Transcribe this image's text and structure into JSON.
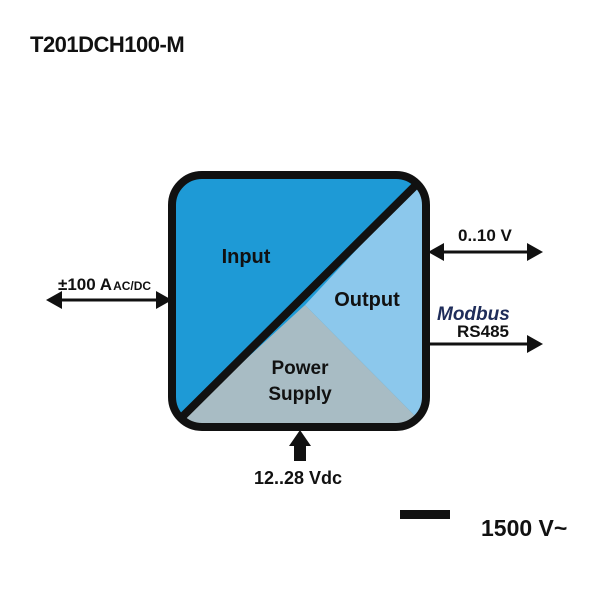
{
  "title": "T201DCH100-M",
  "blocks": {
    "input": "Input",
    "output": "Output",
    "power_line1": "Power",
    "power_line2": "Supply"
  },
  "signals": {
    "input_main": "±100 A",
    "input_sub": "AC/DC",
    "analog_output": "0..10 V",
    "modbus_logo": "Modbus",
    "rs485": "RS485",
    "supply": "12..28 Vdc"
  },
  "isolation": "1500 V~",
  "colors": {
    "input_fill": "#1e9ad6",
    "output_fill": "#8cc8ec",
    "power_fill": "#a8bcc4",
    "modbus_text": "#1f2d5a",
    "stroke": "#111111"
  }
}
